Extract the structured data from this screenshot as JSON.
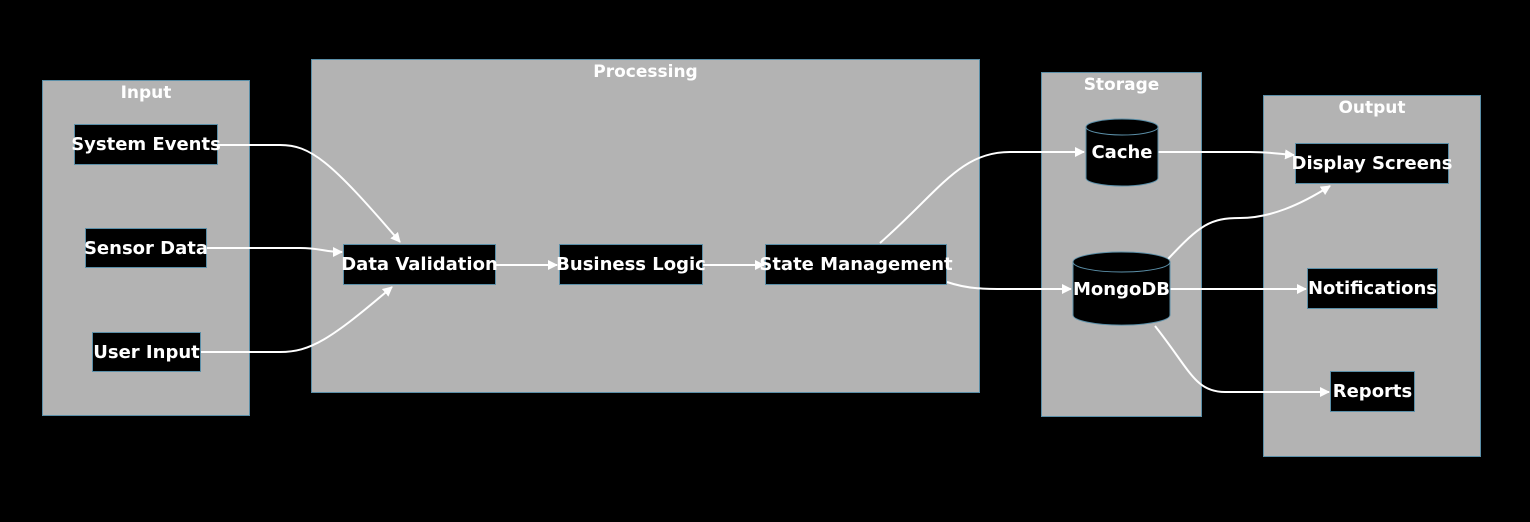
{
  "groups": {
    "input": "Input",
    "processing": "Processing",
    "storage": "Storage",
    "output": "Output"
  },
  "nodes": {
    "system_events": "System Events",
    "sensor_data": "Sensor Data",
    "user_input": "User Input",
    "data_validation": "Data Validation",
    "business_logic": "Business Logic",
    "state_management": "State Management",
    "cache": "Cache",
    "mongodb": "MongoDB",
    "display_screens": "Display Screens",
    "notifications": "Notifications",
    "reports": "Reports"
  },
  "colors": {
    "background": "#000000",
    "group_fill": "#b3b3b3",
    "node_fill": "#000000",
    "border": "#5b8fa8",
    "text": "#ffffff",
    "edge": "#ffffff"
  }
}
